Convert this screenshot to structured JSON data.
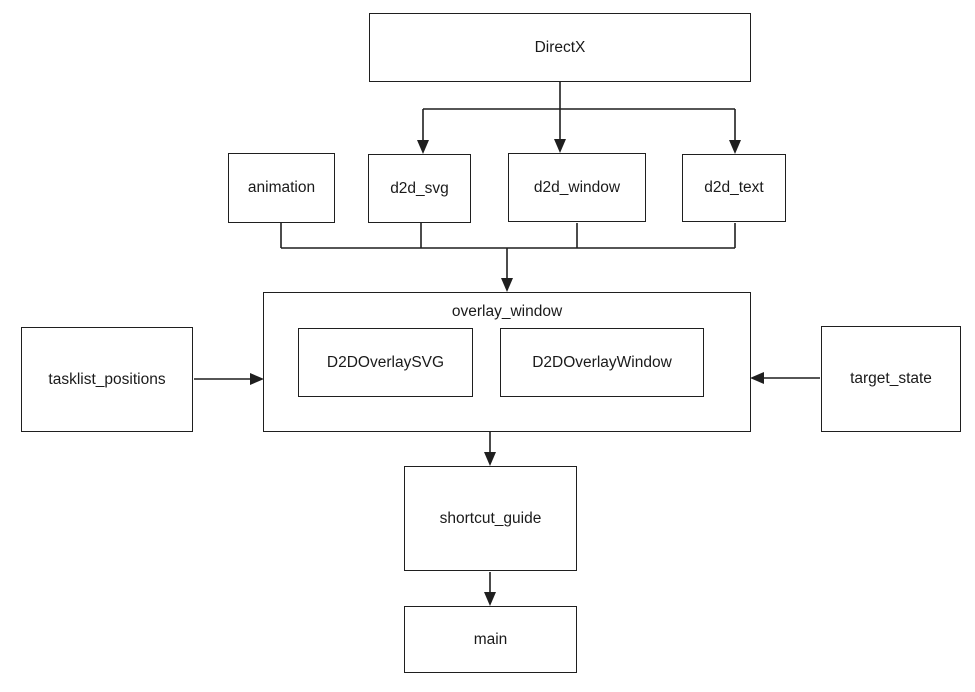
{
  "diagram": {
    "type": "dependency-flowchart",
    "background_color": "#ffffff",
    "stroke_color": "#1f1f1f",
    "text_color": "#1a1a1a",
    "nodes": {
      "directx": {
        "label": "DirectX"
      },
      "animation": {
        "label": "animation"
      },
      "d2d_svg": {
        "label": "d2d_svg"
      },
      "d2d_window": {
        "label": "d2d_window"
      },
      "d2d_text": {
        "label": "d2d_text"
      },
      "overlay_window": {
        "label": "overlay_window"
      },
      "d2d_overlay_svg": {
        "label": "D2DOverlaySVG"
      },
      "d2d_overlay_window": {
        "label": "D2DOverlayWindow"
      },
      "tasklist_positions": {
        "label": "tasklist_positions"
      },
      "target_state": {
        "label": "target_state"
      },
      "shortcut_guide": {
        "label": "shortcut_guide"
      },
      "main": {
        "label": "main"
      }
    },
    "edges": [
      {
        "from": "DirectX",
        "to": "d2d_svg"
      },
      {
        "from": "DirectX",
        "to": "d2d_window"
      },
      {
        "from": "DirectX",
        "to": "d2d_text"
      },
      {
        "from": "animation",
        "to": "overlay_window"
      },
      {
        "from": "d2d_svg",
        "to": "overlay_window"
      },
      {
        "from": "d2d_window",
        "to": "overlay_window"
      },
      {
        "from": "d2d_text",
        "to": "overlay_window"
      },
      {
        "from": "tasklist_positions",
        "to": "overlay_window"
      },
      {
        "from": "target_state",
        "to": "overlay_window"
      },
      {
        "from": "overlay_window",
        "to": "shortcut_guide"
      },
      {
        "from": "shortcut_guide",
        "to": "main"
      }
    ]
  }
}
